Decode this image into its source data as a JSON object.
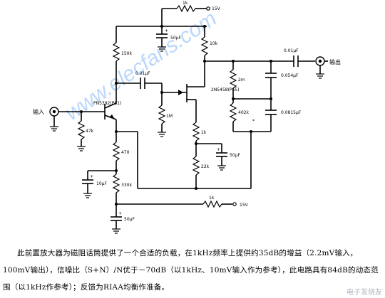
{
  "labels": {
    "r_top": "1k",
    "supply_top": "15V",
    "c_decouple": "50μF",
    "r_150k": "150k",
    "r_10k": "10k",
    "c_001_out": "0.01μF",
    "output": "输出",
    "c_coupling": "0.01μF",
    "q2": "2N5458(PS5)",
    "r_1M": "1M",
    "q1": "PN5392(PS1)",
    "input": "输入",
    "r_47k": "47k",
    "r_2m": "2m",
    "c_0054": "0.054μF",
    "r_402k": "402k",
    "c_00815": "0.0815μF",
    "r_1k_src": "1k",
    "c_50_src": "50μF",
    "r_22k": "22k",
    "r_470": "470",
    "c_10": "10μF",
    "r_330k": "330k",
    "r_1k_bot": "1k",
    "supply_bot": "15V",
    "c_50_bot": "50μF",
    "stray_dot": "*"
  },
  "watermark": "www.elecfans.com",
  "caption": "此前置放大器为磁阻话筒提供了一个合适的负载，在1kHz频率上提供约35dB的增益（2.2mV输入，100mV输出），信噪比（S+N）/N优于－70dB（以1kHz、10mV输入作为参考），此电路具有84dB的动态范围（以1kHz作参考）；反馈为RIAA均衡作准备。",
  "logo_watermark": "电子发烧友"
}
